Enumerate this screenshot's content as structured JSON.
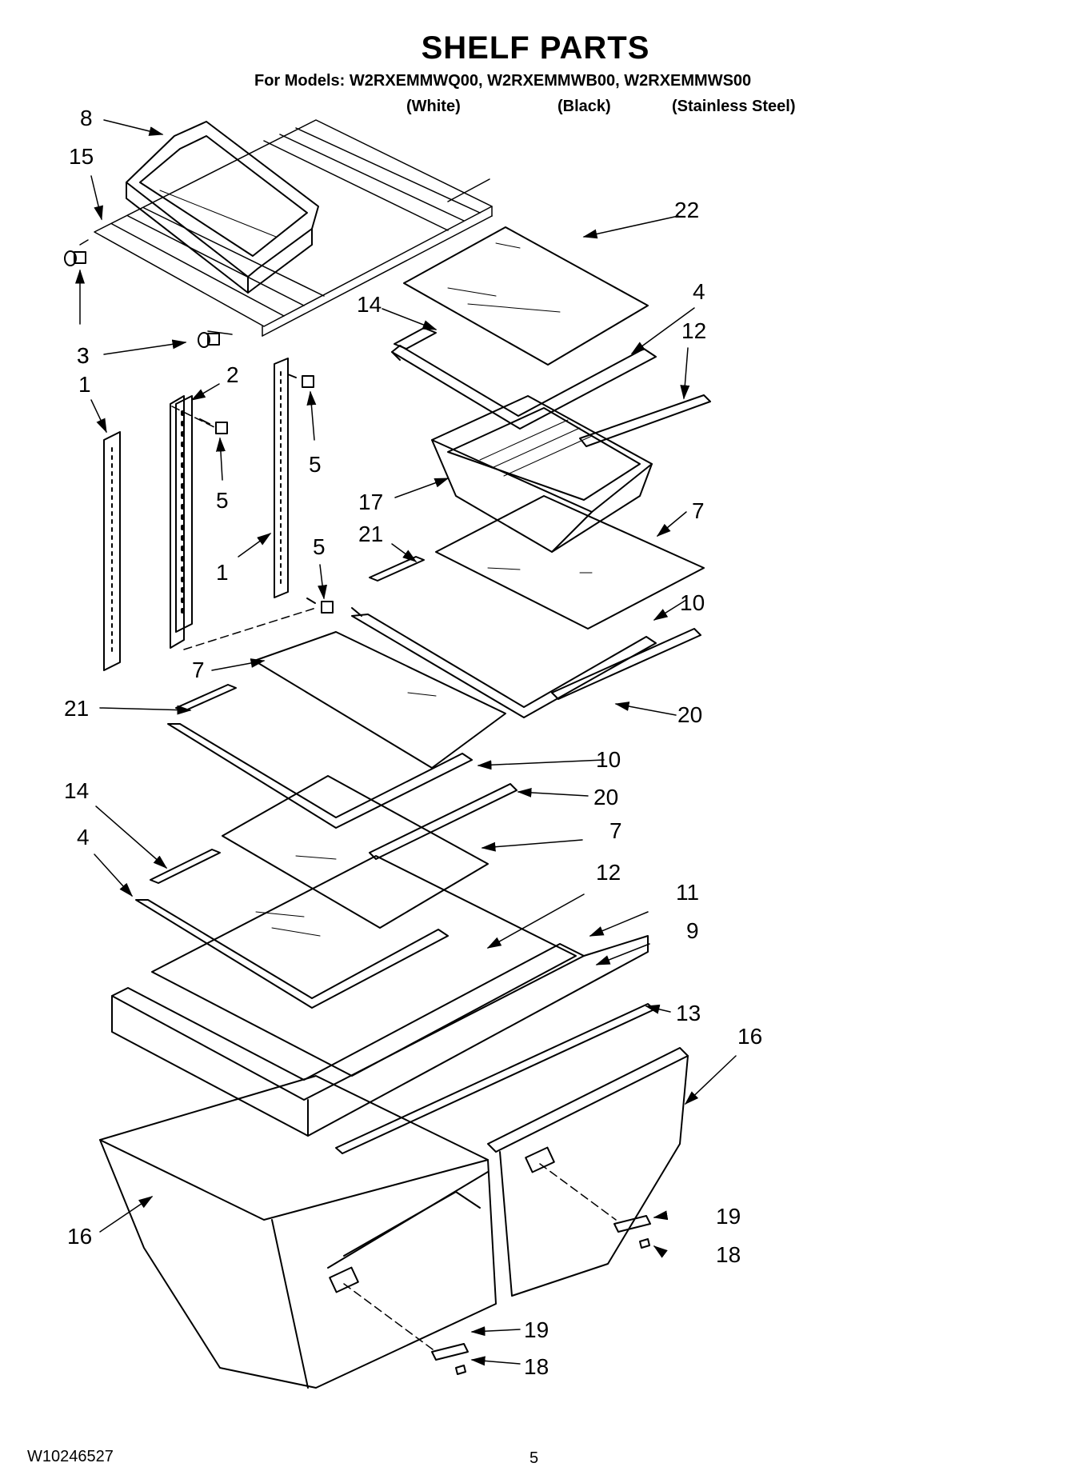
{
  "header": {
    "title": "SHELF PARTS",
    "models_line": "For Models: W2RXEMMWQ00, W2RXEMMWB00, W2RXEMMWS00",
    "variants": [
      "(White)",
      "(Black)",
      "(Stainless Steel)"
    ]
  },
  "callouts": [
    "8",
    "15",
    "3",
    "3",
    "1",
    "2",
    "5",
    "1",
    "5",
    "5",
    "14",
    "4",
    "12",
    "22",
    "17",
    "21",
    "7",
    "10",
    "7",
    "21",
    "20",
    "10",
    "20",
    "14",
    "4",
    "7",
    "12",
    "11",
    "9",
    "13",
    "16",
    "16",
    "19",
    "18",
    "19",
    "18"
  ],
  "footer": {
    "doc_number": "W10246527",
    "page_number": "5"
  },
  "colors": {
    "line": "#000000",
    "background": "#ffffff"
  }
}
